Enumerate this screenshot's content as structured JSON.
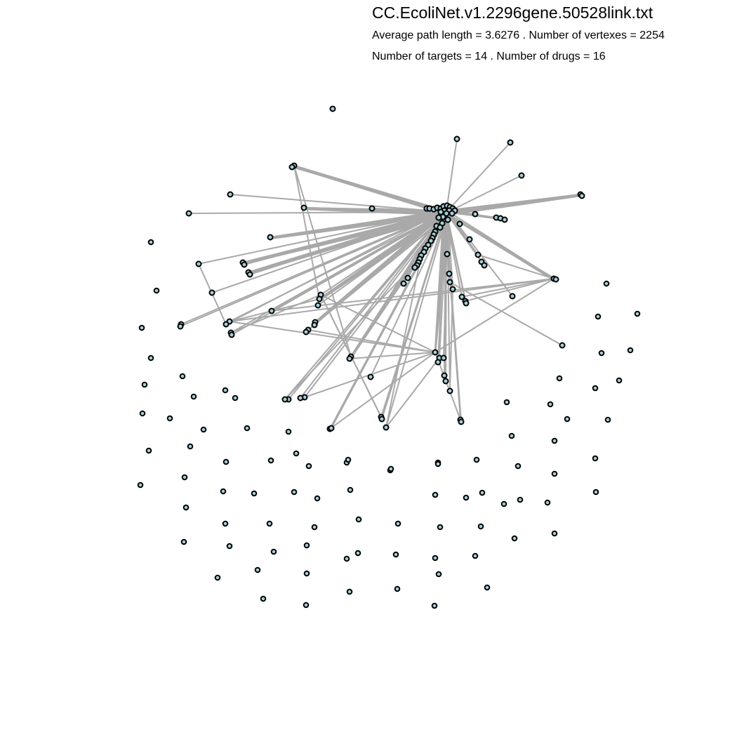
{
  "header": {
    "title": "CC.EcoliNet.v1.2296gene.50528link.txt",
    "line1": "Average path length = 3.6276 . Number of vertexes = 2254",
    "line2": "Number of targets = 14 . Number of drugs = 16"
  },
  "style": {
    "edge_color": "#a9a9a9",
    "node_fill": "#a5cfd8",
    "node_stroke": "#000000",
    "background": "#ffffff"
  }
}
